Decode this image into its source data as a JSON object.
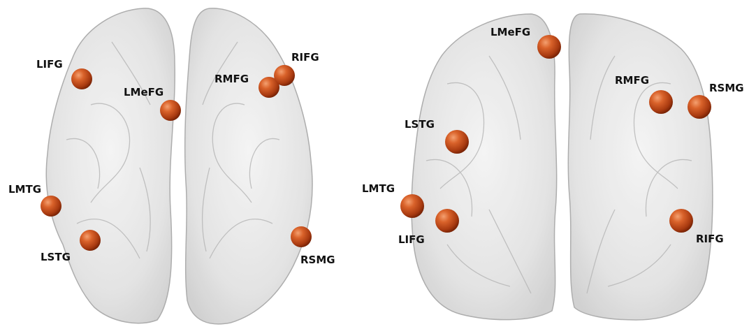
{
  "views": [
    {
      "id": "axial",
      "regions": [
        {
          "label": "LIFG",
          "color": "#c8501e"
        },
        {
          "label": "LMeFG",
          "color": "#c8501e"
        },
        {
          "label": "RMFG",
          "color": "#c8501e"
        },
        {
          "label": "RIFG",
          "color": "#c8501e"
        },
        {
          "label": "LMTG",
          "color": "#c8501e"
        },
        {
          "label": "LSTG",
          "color": "#c8501e"
        },
        {
          "label": "RSMG",
          "color": "#c8501e"
        }
      ]
    },
    {
      "id": "coronal",
      "regions": [
        {
          "label": "LMeFG",
          "color": "#c8501e"
        },
        {
          "label": "RMFG",
          "color": "#c8501e"
        },
        {
          "label": "RSMG",
          "color": "#c8501e"
        },
        {
          "label": "LSTG",
          "color": "#c8501e"
        },
        {
          "label": "LMTG",
          "color": "#c8501e"
        },
        {
          "label": "LIFG",
          "color": "#c8501e"
        },
        {
          "label": "RIFG",
          "color": "#c8501e"
        }
      ]
    }
  ],
  "colors": {
    "brain_fill": "#dcdcdc",
    "brain_edge": "#a9a9a9",
    "roi_sphere": "#c8501e"
  }
}
